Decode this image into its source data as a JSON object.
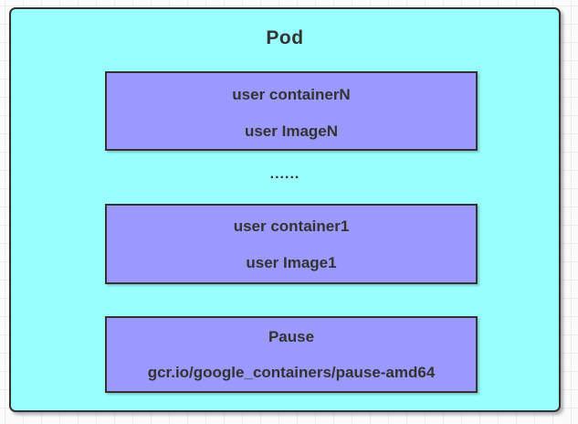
{
  "diagram": {
    "pod": {
      "title": "Pod"
    },
    "ellipsis": "......",
    "containers": [
      {
        "name": "user containerN",
        "image": "user ImageN"
      },
      {
        "name": "user container1",
        "image": "user Image1"
      },
      {
        "name": "Pause",
        "image": "gcr.io/google_containers/pause-amd64"
      }
    ],
    "colors": {
      "pod_fill": "#99ffff",
      "container_fill": "#9999ff",
      "border": "#333333",
      "text": "#333333",
      "canvas_bg": "#fbfbfc",
      "grid_line": "#ededf0"
    }
  }
}
